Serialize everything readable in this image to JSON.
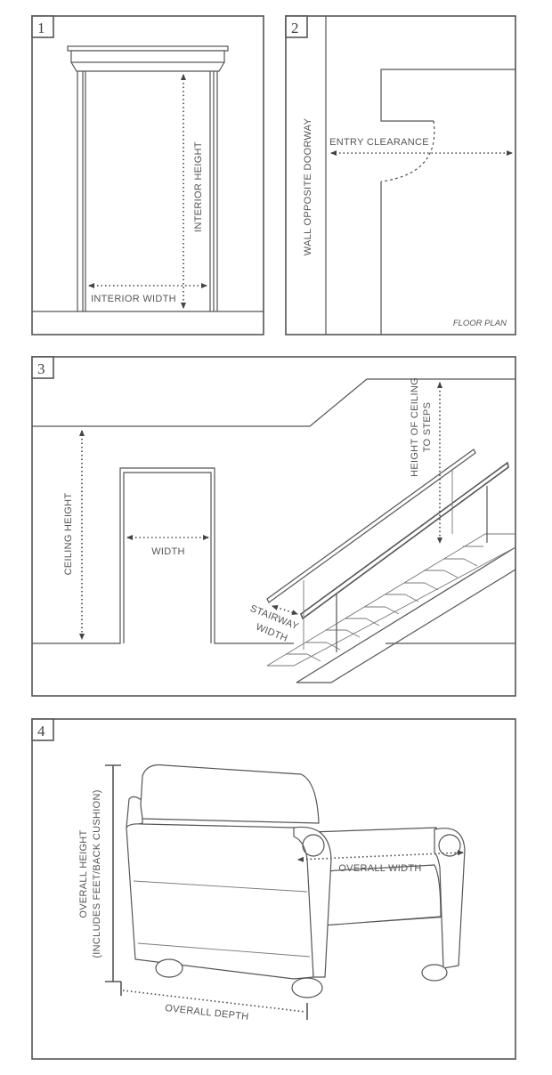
{
  "panels": [
    {
      "number": "1",
      "labels": {
        "interior_height": "INTERIOR HEIGHT",
        "interior_width": "INTERIOR WIDTH"
      }
    },
    {
      "number": "2",
      "labels": {
        "wall_opposite": "WALL OPPOSITE DOORWAY",
        "entry_clearance": "ENTRY CLEARANCE",
        "floor_plan": "FLOOR PLAN"
      }
    },
    {
      "number": "3",
      "labels": {
        "ceiling_height": "CEILING HEIGHT",
        "width": "WIDTH",
        "ceiling_to_steps_1": "HEIGHT OF CEILING",
        "ceiling_to_steps_2": "TO STEPS",
        "stairway_1": "STAIRWAY",
        "stairway_2": "WIDTH"
      }
    },
    {
      "number": "4",
      "labels": {
        "overall_height_1": "OVERALL HEIGHT",
        "overall_height_2": "(INCLUDES FEET/BACK CUSHION)",
        "overall_width": "OVERALL WIDTH",
        "overall_depth": "OVERALL DEPTH"
      }
    }
  ]
}
